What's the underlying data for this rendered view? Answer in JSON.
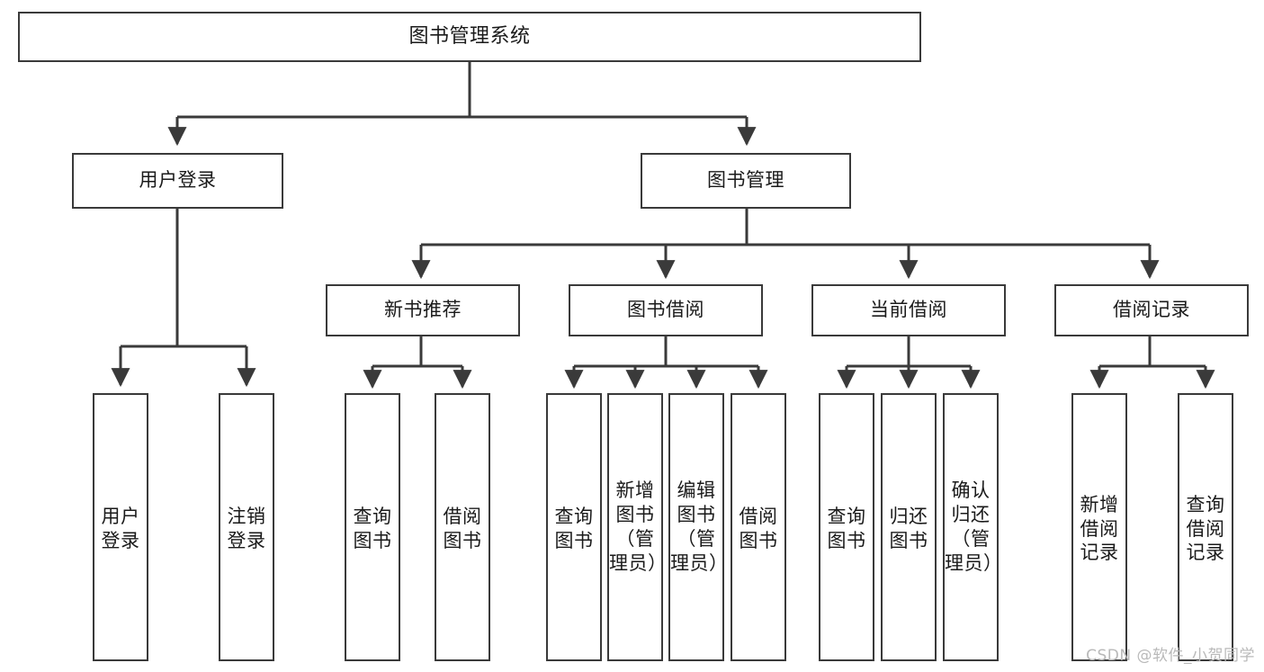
{
  "diagram": {
    "title": "图书管理系统",
    "watermark": "CSDN @软件_小贺同学",
    "line_color": "#3a3a3a",
    "box_fill": "#ffffff",
    "text_color": "#1a1a1a",
    "watermark_color": "#b9b9b9",
    "type": "tree-hierarchy",
    "levels": 4,
    "root": {
      "label": "图书管理系统"
    },
    "level2": [
      {
        "id": "user-login",
        "label": "用户登录"
      },
      {
        "id": "book-management",
        "label": "图书管理"
      }
    ],
    "level3": [
      {
        "id": "new-book-recommend",
        "label": "新书推荐",
        "parent": "book-management"
      },
      {
        "id": "book-borrow",
        "label": "图书借阅",
        "parent": "book-management"
      },
      {
        "id": "current-borrow",
        "label": "当前借阅",
        "parent": "book-management"
      },
      {
        "id": "borrow-record",
        "label": "借阅记录",
        "parent": "book-management"
      }
    ],
    "leaves": [
      {
        "id": "leaf-user-login",
        "label": "用户登录",
        "parent": "user-login"
      },
      {
        "id": "leaf-logout",
        "label": "注销登录",
        "parent": "user-login"
      },
      {
        "id": "leaf-query-book-1",
        "label": "查询图书",
        "parent": "new-book-recommend"
      },
      {
        "id": "leaf-borrow-book-1",
        "label": "借阅图书",
        "parent": "new-book-recommend"
      },
      {
        "id": "leaf-query-book-2",
        "label": "查询图书",
        "parent": "book-borrow"
      },
      {
        "id": "leaf-add-book",
        "label": "新增图书（管理员）",
        "parent": "book-borrow"
      },
      {
        "id": "leaf-edit-book",
        "label": "编辑图书（管理员）",
        "parent": "book-borrow"
      },
      {
        "id": "leaf-borrow-book-2",
        "label": "借阅图书",
        "parent": "book-borrow"
      },
      {
        "id": "leaf-query-book-3",
        "label": "查询图书",
        "parent": "current-borrow"
      },
      {
        "id": "leaf-return-book",
        "label": "归还图书",
        "parent": "current-borrow"
      },
      {
        "id": "leaf-confirm-return",
        "label": "确认归还（管理员）",
        "parent": "current-borrow"
      },
      {
        "id": "leaf-add-record",
        "label": "新增借阅记录",
        "parent": "borrow-record"
      },
      {
        "id": "leaf-query-record",
        "label": "查询借阅记录",
        "parent": "borrow-record"
      }
    ]
  }
}
